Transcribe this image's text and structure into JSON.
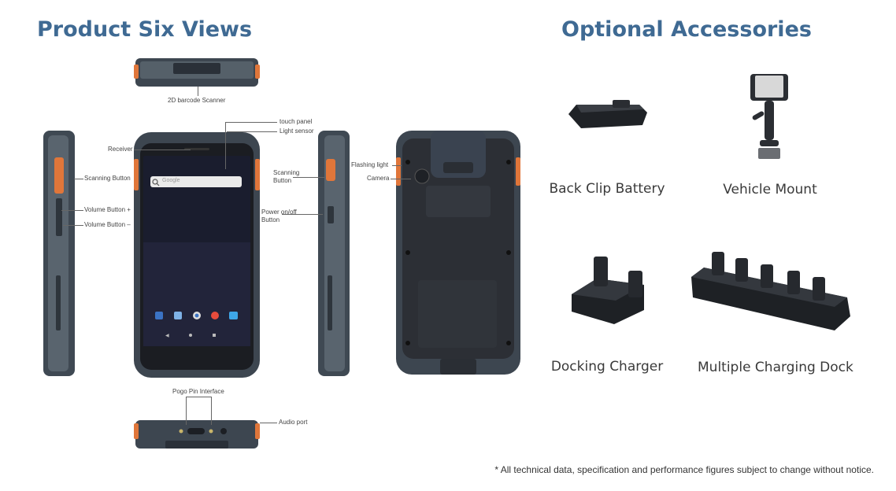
{
  "headings": {
    "six_views": "Product Six Views",
    "accessories": "Optional Accessories"
  },
  "labels": {
    "barcode_scanner": "2D barcode Scanner",
    "touch_panel": "touch panel",
    "light_sensor": "Light sensor",
    "receiver": "Receiver",
    "scanning_button_left": "Scanning Button",
    "volume_plus": "Volume Button +",
    "volume_minus": "Volume Button –",
    "scanning_button_right_1": "Scanning",
    "scanning_button_right_2": "Button",
    "power_1": "Power on/off",
    "power_2": "Button",
    "flashing_light": "Flashing light",
    "camera": "Camera",
    "pogo_pin": "Pogo Pin Interface",
    "audio_port": "Audio port",
    "search_placeholder": "Google"
  },
  "accessories": [
    {
      "name": "Back Clip Battery"
    },
    {
      "name": "Vehicle Mount"
    },
    {
      "name": "Docking Charger"
    },
    {
      "name": "Multiple Charging Dock"
    }
  ],
  "footnote": "* All technical data, specification and performance figures subject to change without notice.",
  "colors": {
    "heading": "#3f6a93",
    "device_body": "#4a5560",
    "accent_orange": "#e0763a",
    "screen": "#1a1d2e"
  },
  "icons": [
    "search-icon",
    "app-icon",
    "gallery-icon",
    "chrome-icon",
    "camera-app-icon"
  ]
}
